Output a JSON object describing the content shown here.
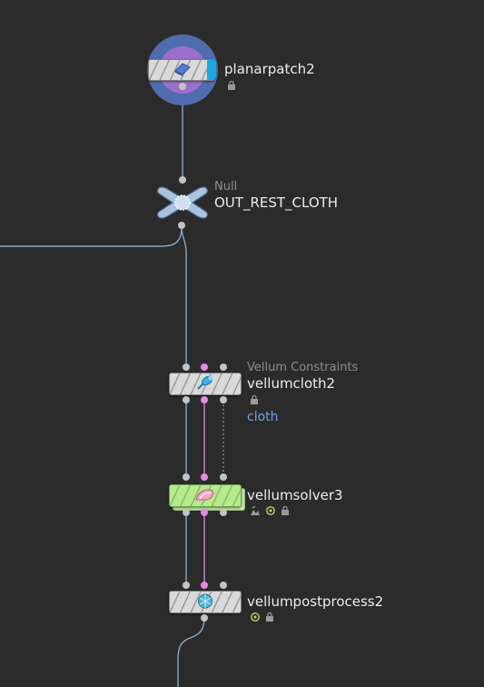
{
  "colors": {
    "background": "#2b2b2b",
    "wire": "#8aa7cc",
    "constraint_wire": "#d97ddb",
    "group_text": "#6fa3e6",
    "solver_green": "#b7ea8f"
  },
  "nodes": {
    "planarpatch": {
      "name": "planarpatch2",
      "icon": "planar-patch-icon",
      "flags": [
        "lock-icon"
      ]
    },
    "null": {
      "type": "Null",
      "name": "OUT_REST_CLOTH",
      "icon": "null-cross-icon"
    },
    "vellumcloth": {
      "type": "Vellum Constraints",
      "name": "vellumcloth2",
      "icon": "pin-icon",
      "flags": [
        "lock-icon"
      ],
      "group": "cloth"
    },
    "vellumsolver": {
      "name": "vellumsolver3",
      "icon": "shell-icon",
      "flags": [
        "sim-icon",
        "display-icon",
        "lock-icon"
      ]
    },
    "vellumpostprocess": {
      "name": "vellumpostprocess2",
      "icon": "mesh-ball-icon",
      "flags": [
        "display-icon",
        "lock-icon"
      ]
    }
  }
}
